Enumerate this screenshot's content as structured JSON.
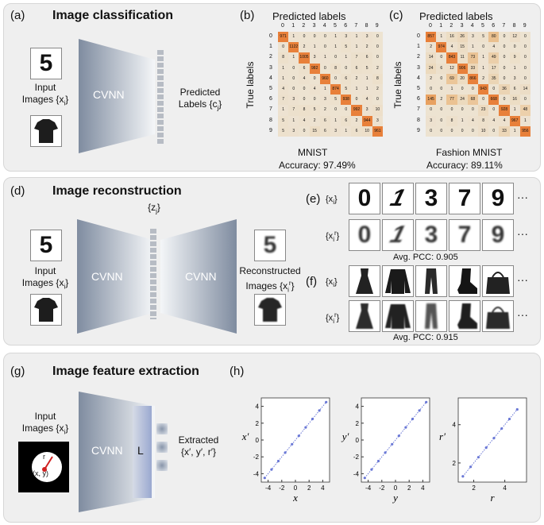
{
  "panels": {
    "a": {
      "label": "(a)",
      "title": "Image classification",
      "input_label_1": "Input",
      "input_label_2": "Images {x",
      "input_label_sub": "i",
      "input_label_end": "}",
      "network": "CVNN",
      "output_label_1": "Predicted",
      "output_label_2": "Labels {c",
      "output_label_sub": "j",
      "output_label_end": "}"
    },
    "b": {
      "label": "(b)",
      "top_axis": "Predicted labels",
      "side_axis": "True labels",
      "dataset": "MNIST",
      "accuracy": "Accuracy: 97.49%",
      "ticks": [
        "0",
        "1",
        "2",
        "3",
        "4",
        "5",
        "6",
        "7",
        "8",
        "9"
      ]
    },
    "c": {
      "label": "(c)",
      "top_axis": "Predicted labels",
      "side_axis": "True labels",
      "dataset": "Fashion MNIST",
      "accuracy": "Accuracy: 89.11%",
      "ticks": [
        "0",
        "1",
        "2",
        "3",
        "4",
        "5",
        "6",
        "7",
        "8",
        "9"
      ]
    },
    "d": {
      "label": "(d)",
      "title": "Image reconstruction",
      "input_label_1": "Input",
      "input_label_2": "Images {x",
      "input_label_sub": "i",
      "input_label_end": "}",
      "encoder": "CVNN",
      "decoder": "CVNN",
      "latent": "{z",
      "latent_sub": "j",
      "latent_end": "}",
      "output_label_1": "Reconstructed",
      "output_label_2": "Images {x",
      "output_label_sub": "i",
      "output_label_sup": "r",
      "output_label_end": "}"
    },
    "e": {
      "label": "(e)",
      "row1": "{x",
      "row1_sub": "i",
      "row1_end": "}",
      "row2": "{x",
      "row2_sub": "i",
      "row2_sup": "r",
      "row2_end": "}",
      "digits": [
        "0",
        "1",
        "3",
        "7",
        "9"
      ],
      "ellipsis": "···",
      "pcc": "Avg. PCC: 0.905"
    },
    "f": {
      "label": "(f)",
      "row1": "{x",
      "row1_sub": "i",
      "row1_end": "}",
      "row2": "{x",
      "row2_sub": "i",
      "row2_sup": "r",
      "row2_end": "}",
      "ellipsis": "···",
      "pcc": "Avg. PCC: 0.915"
    },
    "g": {
      "label": "(g)",
      "title": "Image feature extraction",
      "input_label_1": "Input",
      "input_label_2": "Images {x",
      "input_label_sub": "i",
      "input_label_end": "}",
      "network": "CVNN",
      "layer": "L",
      "r_label": "r",
      "xy_label": "(x, y)",
      "output_label_1": "Extracted",
      "output_label_2": "{x′, y′, r′}"
    },
    "h": {
      "label": "(h)"
    }
  },
  "colors": {
    "panel_bg": "#efefef",
    "cvnn_dark": "#7f8ca0",
    "cvnn_light": "#f4f6f8",
    "diag": "#e8803a",
    "offdiag_low": "#f7edc9",
    "scatter": "#6a78d6"
  },
  "chart_data": [
    {
      "type": "heatmap",
      "title": "MNIST",
      "xlabel": "Predicted labels",
      "ylabel": "True labels",
      "x": [
        "0",
        "1",
        "2",
        "3",
        "4",
        "5",
        "6",
        "7",
        "8",
        "9"
      ],
      "y": [
        "0",
        "1",
        "2",
        "3",
        "4",
        "5",
        "6",
        "7",
        "8",
        "9"
      ],
      "values": [
        [
          "971",
          "1",
          "0",
          "0",
          "0",
          "1",
          "3",
          "1",
          "3",
          "0"
        ],
        [
          "0",
          "1122",
          "2",
          "1",
          "0",
          "1",
          "5",
          "1",
          "2",
          "0"
        ],
        [
          "8",
          "1",
          "1005",
          "3",
          "1",
          "0",
          "1",
          "7",
          "6",
          "0"
        ],
        [
          "1",
          "0",
          "6",
          "982",
          "0",
          "8",
          "0",
          "6",
          "5",
          "2"
        ],
        [
          "1",
          "0",
          "4",
          "0",
          "960",
          "0",
          "6",
          "2",
          "1",
          "8"
        ],
        [
          "4",
          "0",
          "0",
          "4",
          "1",
          "874",
          "5",
          "1",
          "1",
          "2"
        ],
        [
          "7",
          "3",
          "0",
          "0",
          "3",
          "5",
          "938",
          "0",
          "4",
          "0"
        ],
        [
          "1",
          "7",
          "8",
          "5",
          "2",
          "0",
          "0",
          "992",
          "3",
          "10"
        ],
        [
          "5",
          "1",
          "4",
          "2",
          "6",
          "1",
          "6",
          "2",
          "944",
          "3"
        ],
        [
          "5",
          "3",
          "0",
          "15",
          "6",
          "3",
          "1",
          "6",
          "10",
          "961"
        ]
      ],
      "accuracy": "Accuracy: 97.49%"
    },
    {
      "type": "heatmap",
      "title": "Fashion MNIST",
      "xlabel": "Predicted labels",
      "ylabel": "True labels",
      "x": [
        "0",
        "1",
        "2",
        "3",
        "4",
        "5",
        "6",
        "7",
        "8",
        "9"
      ],
      "y": [
        "0",
        "1",
        "2",
        "3",
        "4",
        "5",
        "6",
        "7",
        "8",
        "9"
      ],
      "values": [
        [
          "857",
          "1",
          "16",
          "26",
          "3",
          "5",
          "80",
          "0",
          "12",
          "0"
        ],
        [
          "2",
          "974",
          "4",
          "15",
          "1",
          "0",
          "4",
          "0",
          "0",
          "0"
        ],
        [
          "14",
          "0",
          "843",
          "11",
          "73",
          "1",
          "49",
          "0",
          "9",
          "0"
        ],
        [
          "24",
          "6",
          "12",
          "906",
          "33",
          "1",
          "17",
          "0",
          "1",
          "0"
        ],
        [
          "2",
          "0",
          "69",
          "20",
          "866",
          "2",
          "35",
          "0",
          "3",
          "0"
        ],
        [
          "0",
          "0",
          "1",
          "0",
          "0",
          "943",
          "0",
          "36",
          "6",
          "14"
        ],
        [
          "145",
          "2",
          "77",
          "24",
          "68",
          "0",
          "668",
          "0",
          "16",
          "0"
        ],
        [
          "0",
          "0",
          "0",
          "0",
          "0",
          "23",
          "0",
          "928",
          "1",
          "48"
        ],
        [
          "3",
          "0",
          "8",
          "1",
          "4",
          "8",
          "4",
          "4",
          "967",
          "1"
        ],
        [
          "0",
          "0",
          "0",
          "0",
          "0",
          "10",
          "0",
          "33",
          "1",
          "956"
        ]
      ],
      "accuracy": "Accuracy: 89.11%"
    },
    {
      "type": "scatter",
      "xlabel": "x",
      "ylabel": "x′",
      "xlim": [
        -5,
        5
      ],
      "ylim": [
        -5,
        5
      ],
      "xticks": [
        "-4",
        "-2",
        "0",
        "2",
        "4"
      ],
      "yticks": [
        "-4",
        "-2",
        "0",
        "2",
        "4"
      ],
      "x": [
        -4.5,
        -3.5,
        -2.5,
        -1.5,
        -0.5,
        0.5,
        1.5,
        2.5,
        3.5,
        4.5
      ],
      "y": [
        -4.5,
        -3.5,
        -2.5,
        -1.5,
        -0.5,
        0.5,
        1.5,
        2.5,
        3.5,
        4.5
      ]
    },
    {
      "type": "scatter",
      "xlabel": "y",
      "ylabel": "y′",
      "xlim": [
        -5,
        5
      ],
      "ylim": [
        -5,
        5
      ],
      "xticks": [
        "-4",
        "-2",
        "0",
        "2",
        "4"
      ],
      "yticks": [
        "-4",
        "-2",
        "0",
        "2",
        "4"
      ],
      "x": [
        -4.5,
        -3.5,
        -2.5,
        -1.5,
        -0.5,
        0.5,
        1.5,
        2.5,
        3.5,
        4.5
      ],
      "y": [
        -4.5,
        -3.5,
        -2.5,
        -1.5,
        -0.5,
        0.5,
        1.5,
        2.5,
        3.5,
        4.5
      ]
    },
    {
      "type": "scatter",
      "xlabel": "r",
      "ylabel": "r′",
      "xlim": [
        1,
        5.4
      ],
      "ylim": [
        1,
        5.4
      ],
      "xticks": [
        "2",
        "4"
      ],
      "yticks": [
        "2",
        "4"
      ],
      "x": [
        1.3,
        1.8,
        2.3,
        2.8,
        3.3,
        3.8,
        4.3,
        4.8
      ],
      "y": [
        1.3,
        1.8,
        2.3,
        2.8,
        3.3,
        3.8,
        4.3,
        4.8
      ]
    }
  ]
}
